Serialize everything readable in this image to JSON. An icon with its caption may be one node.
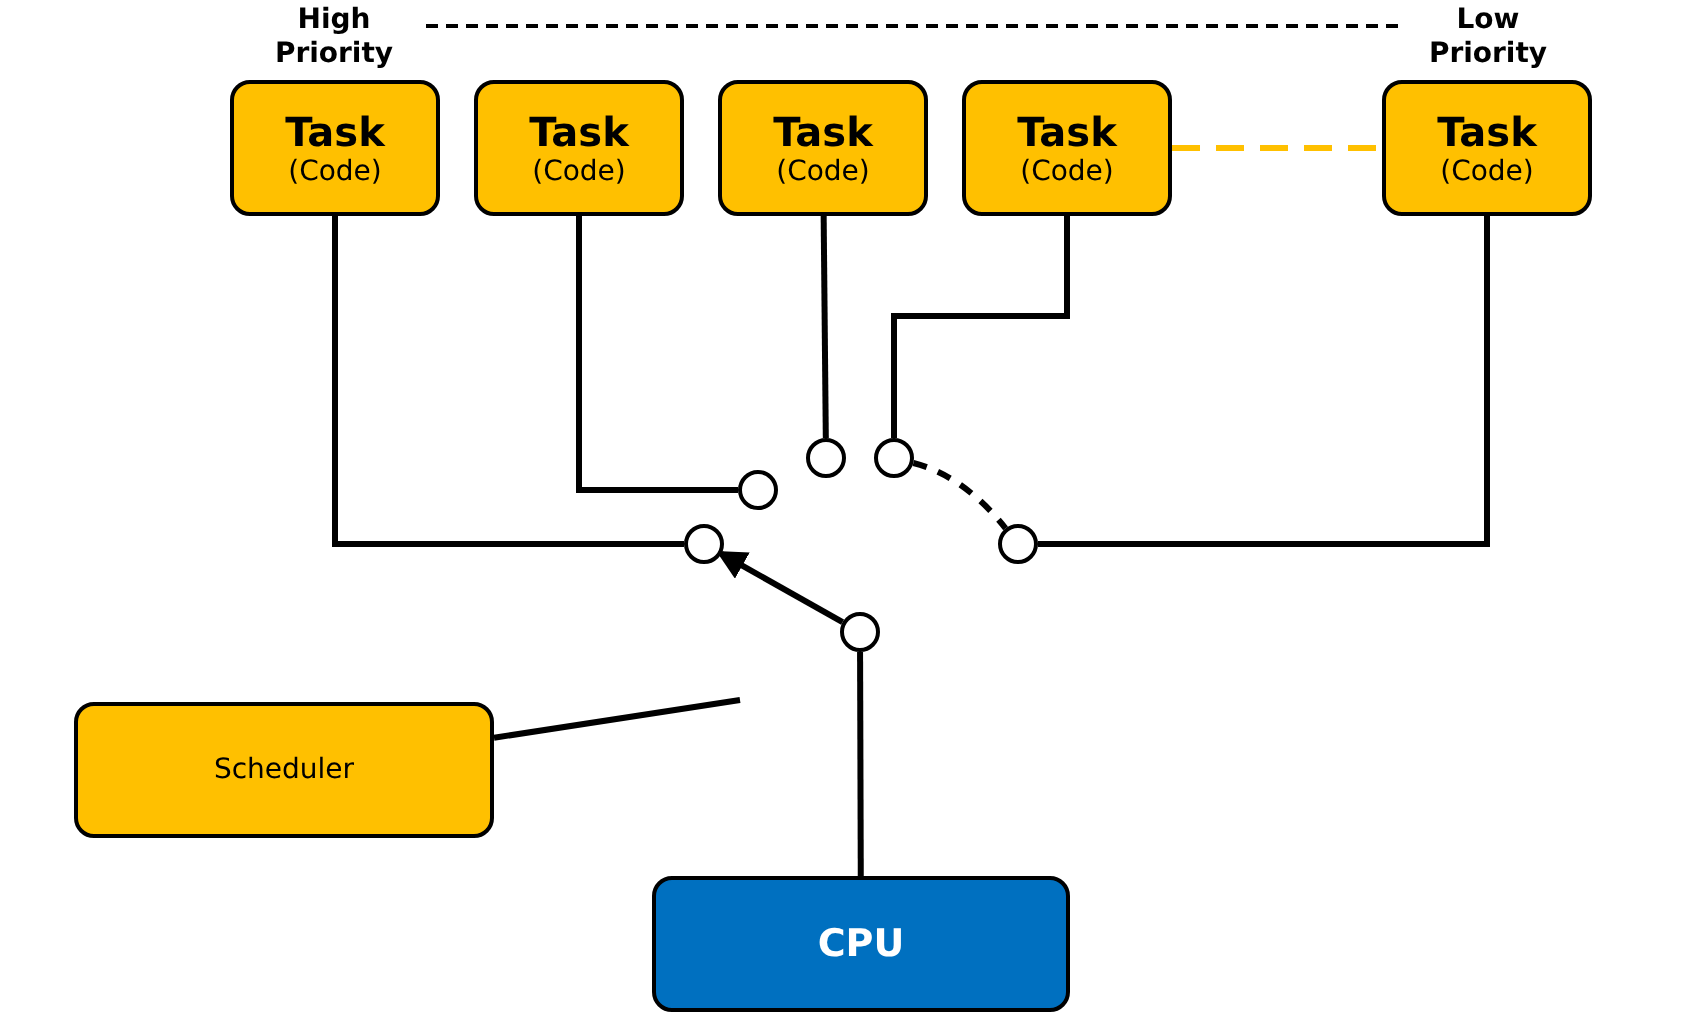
{
  "diagram": {
    "nodes": [
      {
        "text": [
          "Task",
          "(Code)"
        ]
      },
      {
        "text": [
          "Task",
          "(Code)"
        ]
      },
      {
        "text": [
          "Task",
          "(Code)"
        ]
      },
      {
        "text": [
          "Task",
          "(Code)"
        ]
      },
      {
        "text": [
          "Task",
          "(Code)"
        ]
      },
      {
        "text": [],
        "shape": "circle"
      },
      {
        "text": [],
        "shape": "circle"
      },
      {
        "text": [],
        "shape": "circle"
      },
      {
        "text": [],
        "shape": "circle"
      },
      {
        "text": [],
        "shape": "circle"
      },
      {
        "text": [],
        "shape": "circle"
      },
      {
        "text": [
          "Scheduler"
        ]
      },
      {
        "text": [
          "CPU"
        ]
      }
    ],
    "edges": [
      {
        "from": 0,
        "to": 5,
        "arrow": "none"
      },
      {
        "from": 1,
        "to": 6,
        "arrow": "none"
      },
      {
        "from": 2,
        "to": 7,
        "arrow": "none"
      },
      {
        "from": 3,
        "to": 8,
        "arrow": "none"
      },
      {
        "from": 4,
        "to": 9,
        "arrow": "none"
      },
      {
        "from": 3,
        "to": 4,
        "arrow": "none",
        "style": "dashed",
        "color": "#ffc000"
      },
      {
        "from": 8,
        "to": 9,
        "arrow": "none",
        "style": "dashed"
      },
      {
        "from": 10,
        "to": 5,
        "arrow": "to"
      },
      {
        "from": 12,
        "to": 10,
        "arrow": "none"
      },
      {
        "from": 11,
        "to": null,
        "arrow": "none"
      }
    ],
    "labels": [
      "High Priority",
      "Low Priority"
    ]
  }
}
